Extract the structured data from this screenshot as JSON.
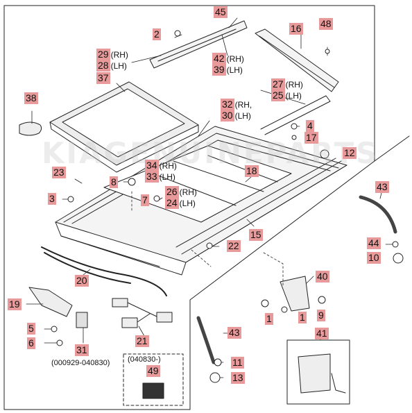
{
  "watermark": "KIAGENUINEPARTS",
  "callouts": [
    {
      "id": "c45",
      "num": "45",
      "side": ""
    },
    {
      "id": "c2a",
      "num": "2",
      "side": ""
    },
    {
      "id": "c16",
      "num": "16",
      "side": ""
    },
    {
      "id": "c48",
      "num": "48",
      "side": ""
    },
    {
      "id": "c29",
      "num": "29",
      "side": "(RH)"
    },
    {
      "id": "c28",
      "num": "28",
      "side": "(LH)"
    },
    {
      "id": "c42",
      "num": "42",
      "side": "(RH)"
    },
    {
      "id": "c39",
      "num": "39",
      "side": "(LH)"
    },
    {
      "id": "c37",
      "num": "37",
      "side": ""
    },
    {
      "id": "c27",
      "num": "27",
      "side": "(RH)"
    },
    {
      "id": "c25",
      "num": "25",
      "side": "(LH)"
    },
    {
      "id": "c38",
      "num": "38",
      "side": ""
    },
    {
      "id": "c32",
      "num": "32",
      "side": "(RH,"
    },
    {
      "id": "c30",
      "num": "30",
      "side": "(LH)"
    },
    {
      "id": "c4",
      "num": "4",
      "side": ""
    },
    {
      "id": "c17",
      "num": "17",
      "side": ""
    },
    {
      "id": "c12",
      "num": "12",
      "side": ""
    },
    {
      "id": "c34",
      "num": "34",
      "side": "(RH)"
    },
    {
      "id": "c33",
      "num": "33",
      "side": "(LH)"
    },
    {
      "id": "c23",
      "num": "23",
      "side": ""
    },
    {
      "id": "c18",
      "num": "18",
      "side": ""
    },
    {
      "id": "c43a",
      "num": "43",
      "side": ""
    },
    {
      "id": "c8",
      "num": "8",
      "side": ""
    },
    {
      "id": "c26",
      "num": "26",
      "side": "(RH)"
    },
    {
      "id": "c24",
      "num": "24",
      "side": "(LH)"
    },
    {
      "id": "c3",
      "num": "3",
      "side": ""
    },
    {
      "id": "c7",
      "num": "7",
      "side": ""
    },
    {
      "id": "c15",
      "num": "15",
      "side": ""
    },
    {
      "id": "c22",
      "num": "22",
      "side": ""
    },
    {
      "id": "c44",
      "num": "44",
      "side": ""
    },
    {
      "id": "c10",
      "num": "10",
      "side": ""
    },
    {
      "id": "c20",
      "num": "20",
      "side": ""
    },
    {
      "id": "c40",
      "num": "40",
      "side": ""
    },
    {
      "id": "c19",
      "num": "19",
      "side": ""
    },
    {
      "id": "c1a",
      "num": "1",
      "side": ""
    },
    {
      "id": "c1b",
      "num": "1",
      "side": ""
    },
    {
      "id": "c9",
      "num": "9",
      "side": ""
    },
    {
      "id": "c5",
      "num": "5",
      "side": ""
    },
    {
      "id": "c21",
      "num": "21",
      "side": ""
    },
    {
      "id": "c43b",
      "num": "43",
      "side": ""
    },
    {
      "id": "c41",
      "num": "41",
      "side": ""
    },
    {
      "id": "c6",
      "num": "6",
      "side": ""
    },
    {
      "id": "c31",
      "num": "31",
      "side": ""
    },
    {
      "id": "c11",
      "num": "11",
      "side": ""
    },
    {
      "id": "c49",
      "num": "49",
      "side": ""
    },
    {
      "id": "c13",
      "num": "13",
      "side": ""
    }
  ],
  "notes": {
    "range_a": "(000929-040830)",
    "range_b": "(040830-)"
  },
  "colors": {
    "callout_bg": "#e89a9a",
    "line": "#222222"
  }
}
